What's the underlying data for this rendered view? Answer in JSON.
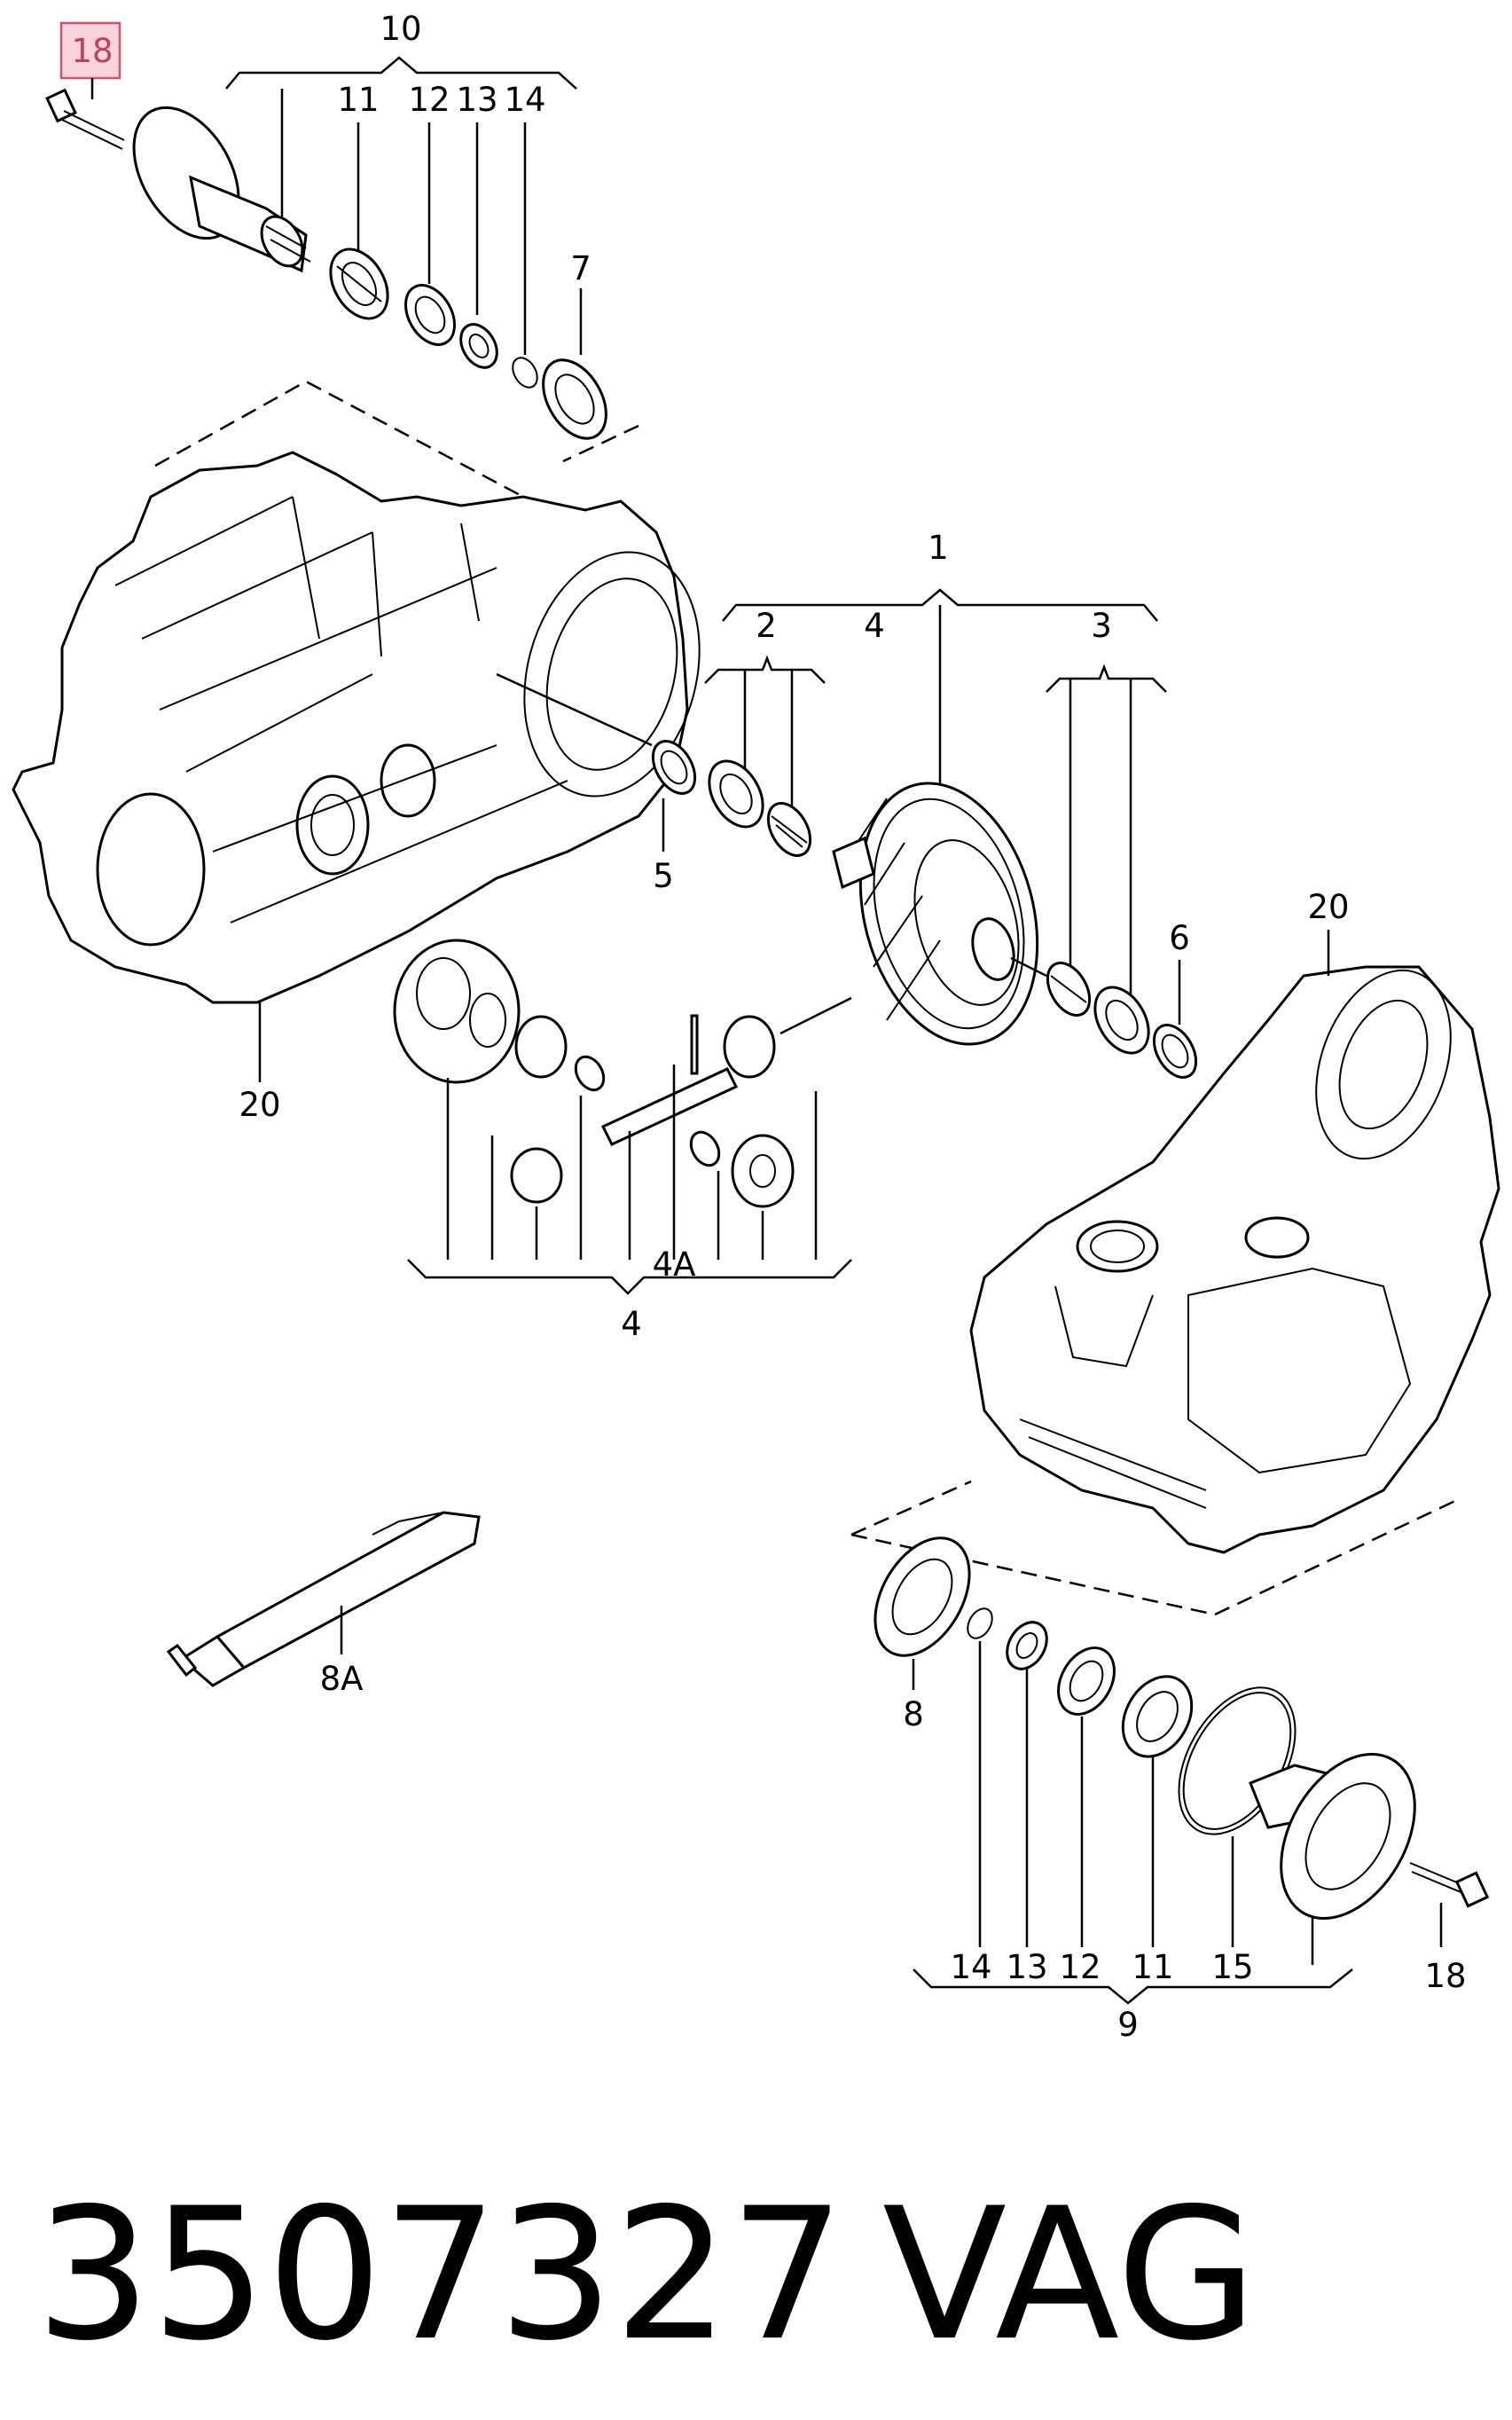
{
  "callouts": {
    "c1": "1",
    "c2": "2",
    "c3": "3",
    "c4_top": "4",
    "c4_bottom": "4",
    "c4a": "4A",
    "c5": "5",
    "c6": "6",
    "c7": "7",
    "c8": "8",
    "c8a": "8A",
    "c9": "9",
    "c10": "10",
    "c11_top": "11",
    "c12_top": "12",
    "c13_top": "13",
    "c14_top": "14",
    "c11_bottom": "11",
    "c12_bottom": "12",
    "c13_bottom": "13",
    "c14_bottom": "14",
    "c15": "15",
    "c18_top": "18",
    "c18_bottom": "18",
    "c20_left": "20",
    "c20_right": "20"
  },
  "footer": {
    "part_number": "3507327",
    "brand": "VAG"
  },
  "colors": {
    "highlight_fill": "#f9d4dc",
    "highlight_border": "#d4506e",
    "line": "#000000"
  }
}
